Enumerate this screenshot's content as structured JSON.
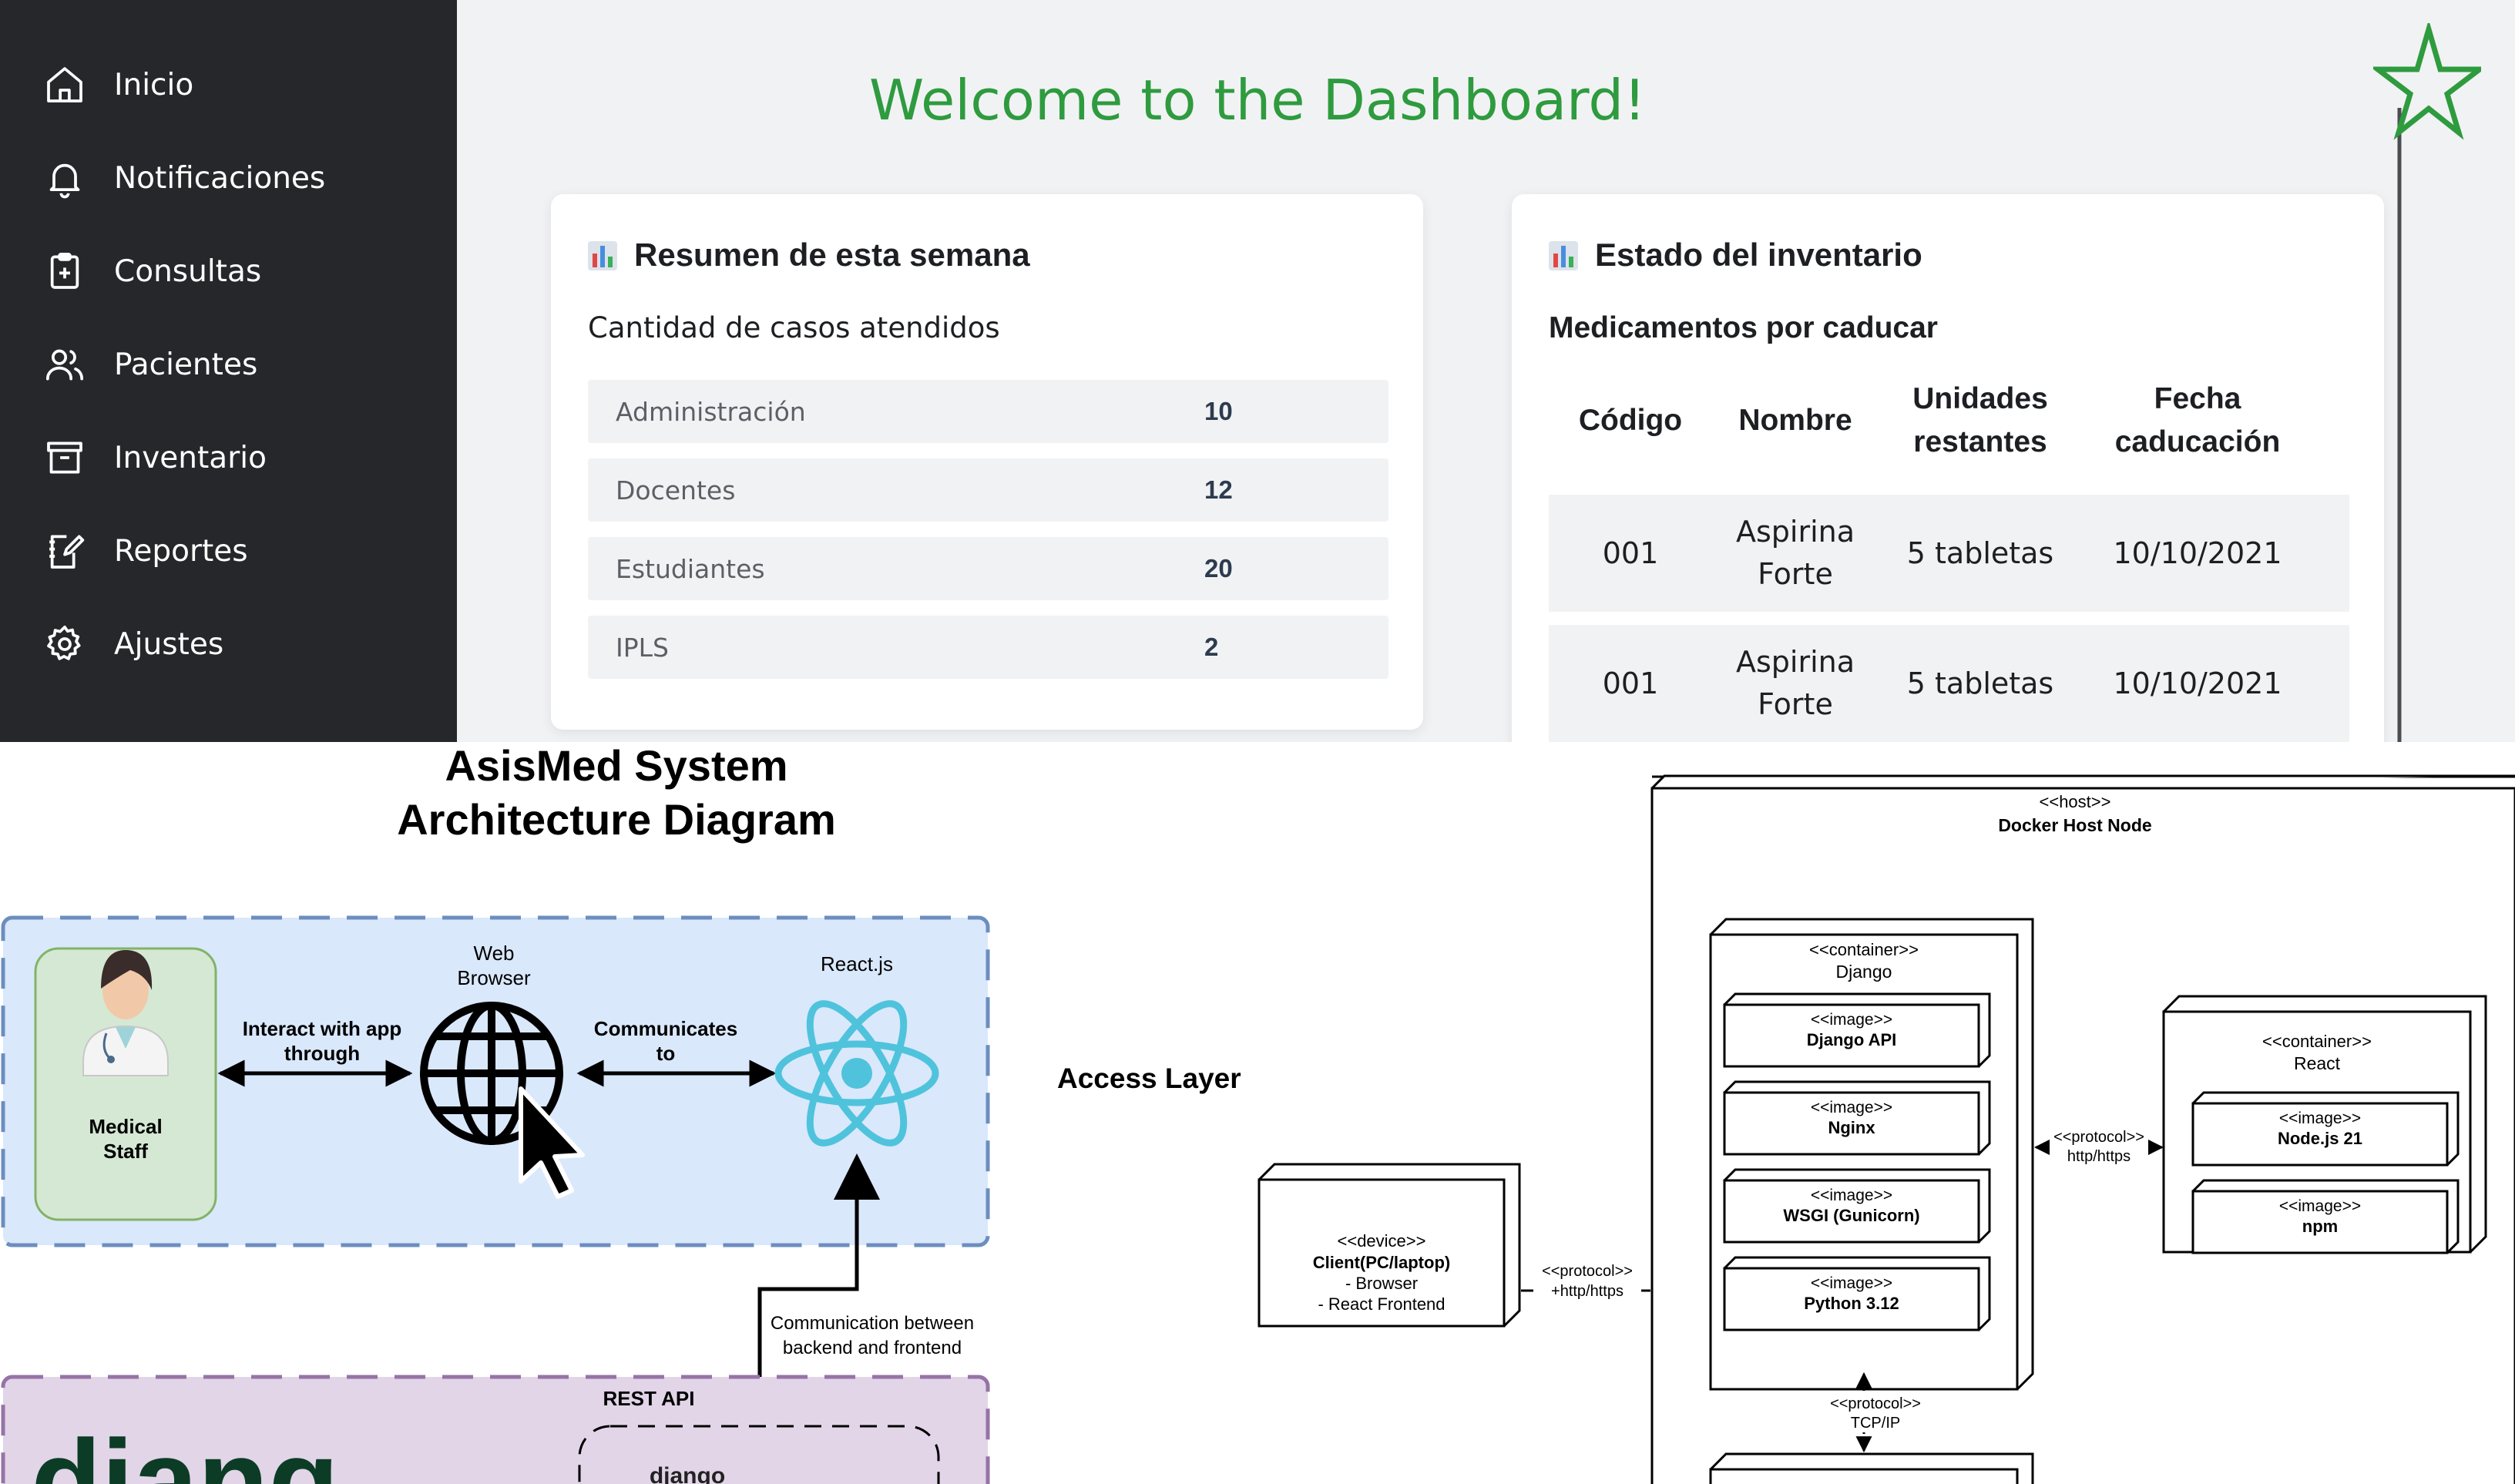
{
  "sidebar": {
    "items": [
      {
        "label": "Inicio",
        "icon": "home-icon"
      },
      {
        "label": "Notificaciones",
        "icon": "bell-icon"
      },
      {
        "label": "Consultas",
        "icon": "clipboard-plus-icon"
      },
      {
        "label": "Pacientes",
        "icon": "users-icon"
      },
      {
        "label": "Inventario",
        "icon": "archive-icon"
      },
      {
        "label": "Reportes",
        "icon": "report-edit-icon"
      },
      {
        "label": "Ajustes",
        "icon": "gear-icon"
      }
    ]
  },
  "header": {
    "title": "Welcome to the Dashboard!"
  },
  "weekly_summary": {
    "title": "Resumen de esta semana",
    "subtitle": "Cantidad de casos atendidos",
    "rows": [
      {
        "name": "Administración",
        "value": "10"
      },
      {
        "name": "Docentes",
        "value": "12"
      },
      {
        "name": "Estudiantes",
        "value": "20"
      },
      {
        "name": "IPLS",
        "value": "2"
      }
    ]
  },
  "inventory": {
    "title": "Estado del inventario",
    "subtitle": "Medicamentos por caducar",
    "columns": [
      "Código",
      "Nombre",
      "Unidades restantes",
      "Fecha caducación"
    ],
    "rows": [
      {
        "code": "001",
        "name": "Aspirina Forte",
        "units": "5 tabletas",
        "date": "10/10/2021"
      },
      {
        "code": "001",
        "name": "Aspirina Forte",
        "units": "5 tabletas",
        "date": "10/10/2021"
      }
    ]
  },
  "colors": {
    "sidebar_bg": "#25272b",
    "title_green": "#2e9b3e",
    "access_layer_fill": "#dae8fc",
    "access_layer_border": "#6c8ebf",
    "backend_layer_fill": "#e1d5e7",
    "backend_layer_border": "#9673a6",
    "staff_box_fill": "#d5e8d4",
    "react_color": "#4fc3dc"
  },
  "diagram": {
    "title_line1": "AsisMed System",
    "title_line2": "Architecture Diagram",
    "staff_line1": "Medical",
    "staff_line2": "Staff",
    "interact_line1": "Interact with app",
    "interact_line2": "through",
    "browser_line1": "Web",
    "browser_line2": "Browser",
    "communicates_line1": "Communicates",
    "communicates_line2": "to",
    "react_label": "React.js",
    "access_layer": "Access Layer",
    "comm_line1": "Communication between",
    "comm_line2": "backend and frontend",
    "rest_api": "REST API",
    "django_partial": "django",
    "django_logo_partial": "djang",
    "host_stereotype": "<<host>>",
    "host_name": "Docker Host Node",
    "container_stereotype": "<<container>>",
    "image_stereotype": "<<image>>",
    "django_container": "Django",
    "django_images": [
      "Django API",
      "Nginx",
      "WSGI (Gunicorn)",
      "Python 3.12"
    ],
    "react_container": "React",
    "react_images": [
      "Node.js 21",
      "npm"
    ],
    "device_stereotype": "<<device>>",
    "client_line1": "Client(PC/laptop)",
    "client_line2": "- Browser",
    "client_line3": "- React Frontend",
    "protocol_stereotype": "<<protocol>>",
    "protocol_http1": "+http/https",
    "protocol_http2": "http/https",
    "protocol_tcp": "TCP/IP"
  }
}
